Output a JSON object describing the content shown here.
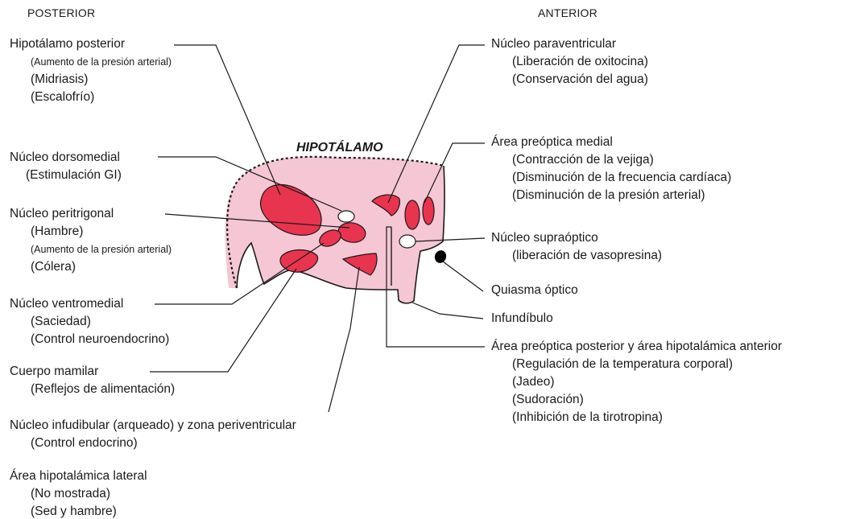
{
  "side_left": "POSTERIOR",
  "side_right": "ANTERIOR",
  "title": "HIPOTÁLAMO",
  "colors": {
    "region_fill": "#f5c6d4",
    "nucleus_fill": "#e8344f",
    "line": "#1a1a1a",
    "chiasm": "#000000"
  },
  "labels_left": [
    {
      "name": "Hipotálamo posterior",
      "details": [
        "(Aumento de la presión arterial)",
        "(Midriasis)",
        "(Escalofrío)"
      ]
    },
    {
      "name": "Núcleo dorsomedial",
      "details": [
        "(Estimulación GI)"
      ]
    },
    {
      "name": "Núcleo peritrigonal",
      "details": [
        "(Hambre)",
        "(Aumento de la presión arterial)",
        "(Cólera)"
      ]
    },
    {
      "name": "Núcleo ventromedial",
      "details": [
        "(Saciedad)",
        "(Control neuroendocrino)"
      ]
    },
    {
      "name": "Cuerpo mamilar",
      "details": [
        "(Reflejos de alimentación)"
      ]
    },
    {
      "name": "Núcleo infudibular (arqueado) y zona periventricular",
      "details": [
        "(Control endocrino)"
      ]
    },
    {
      "name": "Área hipotalámica lateral",
      "details": [
        "(No mostrada)",
        "(Sed y hambre)"
      ]
    }
  ],
  "labels_right": [
    {
      "name": "Núcleo paraventricular",
      "details": [
        "(Liberación de oxitocina)",
        "(Conservación del agua)"
      ]
    },
    {
      "name": "Área preóptica medial",
      "details": [
        "(Contracción de la vejiga)",
        "(Disminución de la frecuencia cardíaca)",
        "(Disminución de la presión arterial)"
      ]
    },
    {
      "name": "Núcleo supraóptico",
      "details": [
        "(liberación de vasopresina)"
      ]
    },
    {
      "name": "Quiasma óptico",
      "details": []
    },
    {
      "name": "Infundíbulo",
      "details": []
    },
    {
      "name": "Área preóptica posterior y área hipotalámica anterior",
      "details": [
        "(Regulación de la temperatura corporal)",
        "(Jadeo)",
        "(Sudoración)",
        "(Inhibición de la tirotropina)"
      ]
    }
  ]
}
